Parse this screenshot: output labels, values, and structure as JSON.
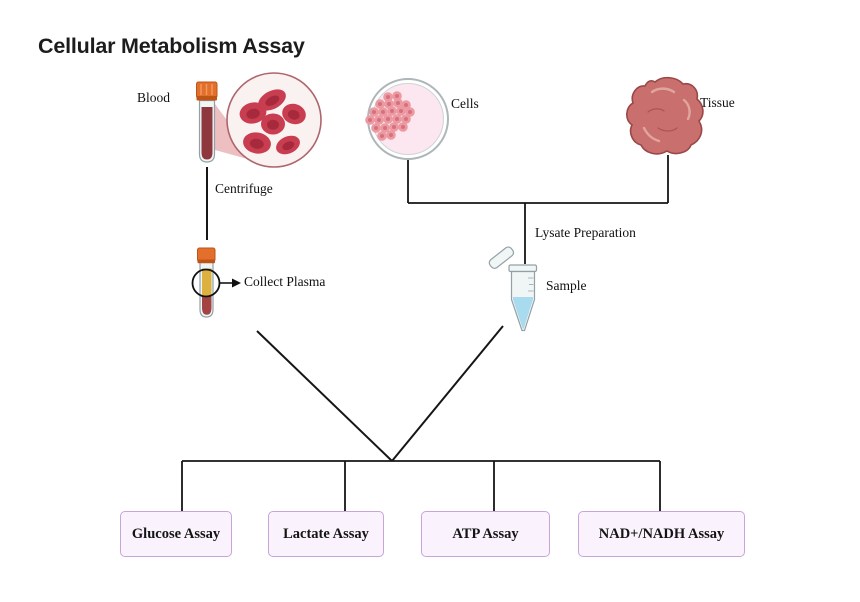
{
  "page": {
    "title": "Cellular Metabolism Assay"
  },
  "labels": {
    "blood": "Blood",
    "centrifuge": "Centrifuge",
    "collect_plasma": "Collect Plasma",
    "cells": "Cells",
    "tissue": "Tissue",
    "lysate_preparation": "Lysate Preparation",
    "sample": "Sample"
  },
  "assays": [
    {
      "label": "Glucose Assay"
    },
    {
      "label": "Lactate Assay"
    },
    {
      "label": "ATP Assay"
    },
    {
      "label": "NAD+/NADH Assay"
    }
  ],
  "icons": {
    "blood_tube": "blood-collection-tube-icon",
    "magnifier": "red-blood-cells-magnifier-icon",
    "plasma_tube": "centrifuged-plasma-tube-icon",
    "petri_dish": "cells-petri-dish-icon",
    "tissue": "tissue-icon",
    "sample_tube": "microcentrifuge-tube-icon"
  },
  "colors": {
    "ink": "#1c1c1e",
    "line": "#161616",
    "box-fill": "#faf3fd",
    "box-border": "#c8a4db",
    "cap-orange": "#e2702c",
    "cap-orange-dark": "#bf5417",
    "blood-red": "#8e383e",
    "plasma-yellow": "#ddb13f",
    "plasma-red": "#a34442",
    "rbc": "#c83e50",
    "rbc-dark": "#a62a3c",
    "magnifier-fill": "#faf1f1",
    "magnifier-border": "#ad666c",
    "wedge": "#edbfc1",
    "dish-rim": "#aeb6ba",
    "dish-fill": "#fce7f0",
    "cell-fill": "#ec99a1",
    "cell-core": "#d4717e",
    "tissue-fill": "#c96f6e",
    "tissue-line": "#9a4847",
    "tissue-light": "#e0a69e",
    "glass": "#f0f5f6",
    "glass-stroke": "#93a1a6",
    "liquid-blue": "#a8dbee"
  }
}
